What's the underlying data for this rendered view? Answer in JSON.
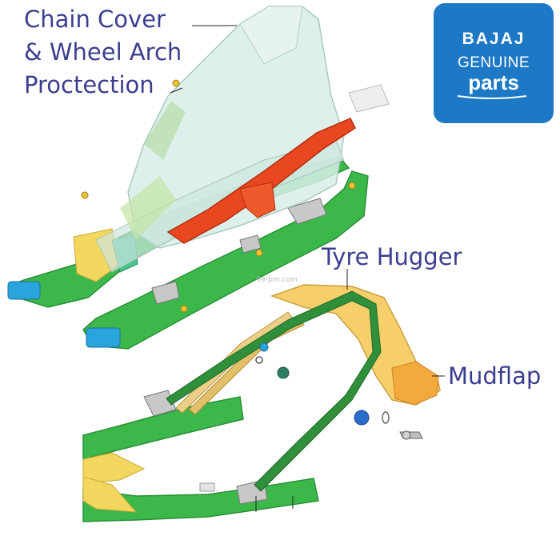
{
  "labels": {
    "chain_cover": [
      "Chain Cover",
      "& Wheel Arch",
      "Proctection"
    ],
    "tyre_hugger": "Tyre Hugger",
    "mudflap": "Mudflap"
  },
  "badge": {
    "brand": "BAJAJ",
    "line2": "GENUINE",
    "line3": "parts",
    "background": "#1d78c6"
  },
  "watermark": "99rpm.com",
  "colors": {
    "label_text": "#3b3e8f",
    "swingarm_green": "#39b54a",
    "chain_cover_translucent": "#d6ece8",
    "guard_red": "#e8431c",
    "hugger_yellow": "#f6cf6a",
    "axle_blue": "#29a8e0"
  }
}
